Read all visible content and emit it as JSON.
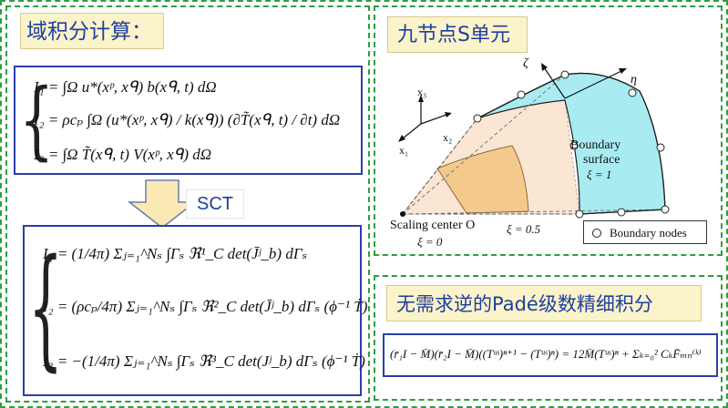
{
  "left_panel": {
    "title": "域积分计算：",
    "eq1": {
      "I1": "I₁ = ∫Ω u*(xᵖ, xᑫ) b(xᑫ, t) dΩ",
      "I2": "I₂ = ρcₚ ∫Ω (u*(xᵖ, xᑫ) / k(xᑫ)) (∂T̃(xᑫ, t) / ∂t) dΩ",
      "I3": "I₃ = ∫Ω T̃(xᑫ, t) V(xᵖ, xᑫ) dΩ"
    },
    "sct_label": "SCT",
    "eq2": {
      "I1": "I₁ = (1/4π) Σⱼ₌₁^Nₛ ∫Γₛ ℜ¹_C det(J̄ʲ_b) dΓₛ",
      "I2": "I₂ = (ρcₚ/4π) Σⱼ₌₁^Nₛ ∫Γₛ ℜ²_C det(J̄ʲ_b) dΓₛ (ϕ⁻¹ Ṫ)",
      "I3": "I₃ = −(1/4π) Σⱼ₌₁^Nₛ ∫Γₛ ℜ³_C det(Jʲ_b) dΓₛ (ϕ⁻¹ Ṫ)"
    }
  },
  "diagram_panel": {
    "title": "九节点S单元",
    "labels": {
      "x3": "x₃",
      "x1": "x₁",
      "x2": "x₂",
      "zeta": "ζ",
      "eta": "η",
      "boundary_surface": "Boundary",
      "boundary_surface2": "surface",
      "xi1": "ξ = 1",
      "xi05": "ξ = 0.5",
      "scaling_center": "Scaling center O",
      "xi0": "ξ = 0",
      "legend": "Boundary nodes"
    },
    "colors": {
      "surface": "#a8ecf2",
      "scaled": "#f4c98c",
      "fill_outer": "#fbe6d3"
    }
  },
  "pade_panel": {
    "title": "无需求逆的Padé级数精细积分",
    "equation": "(r̄₁I − M̄)(r̄₂I − M̄)((Tᵘˢ)ⁿ⁺¹ − (Tᵘˢ)ⁿ) = 12M̄(Tᵘˢ)ⁿ + Σₖ₌₀² CₖF̄ₘₙ⁽ᵏ⁾"
  }
}
